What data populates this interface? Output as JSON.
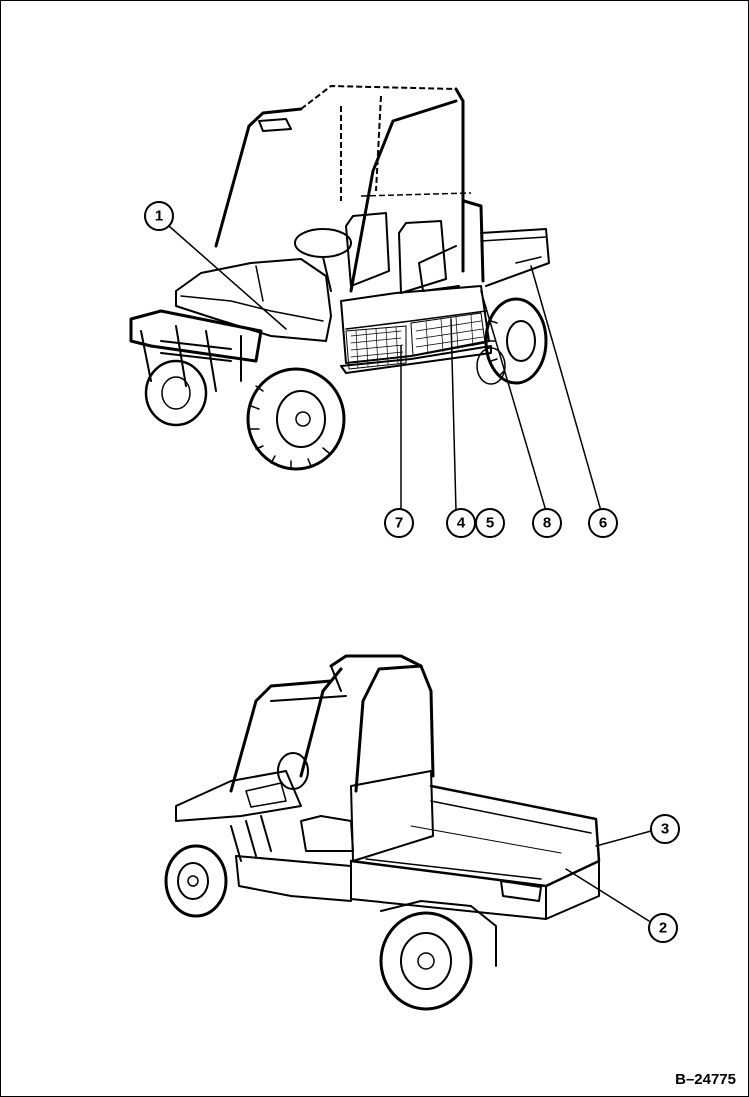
{
  "top_vehicle": {
    "callouts": [
      {
        "id": "1",
        "label": "1"
      },
      {
        "id": "7",
        "label": "7"
      },
      {
        "id": "4",
        "label": "4"
      },
      {
        "id": "5",
        "label": "5"
      },
      {
        "id": "8",
        "label": "8"
      },
      {
        "id": "6",
        "label": "6"
      }
    ]
  },
  "bottom_vehicle": {
    "callouts": [
      {
        "id": "3",
        "label": "3"
      },
      {
        "id": "2",
        "label": "2"
      }
    ]
  },
  "figure_id": "B–24775"
}
